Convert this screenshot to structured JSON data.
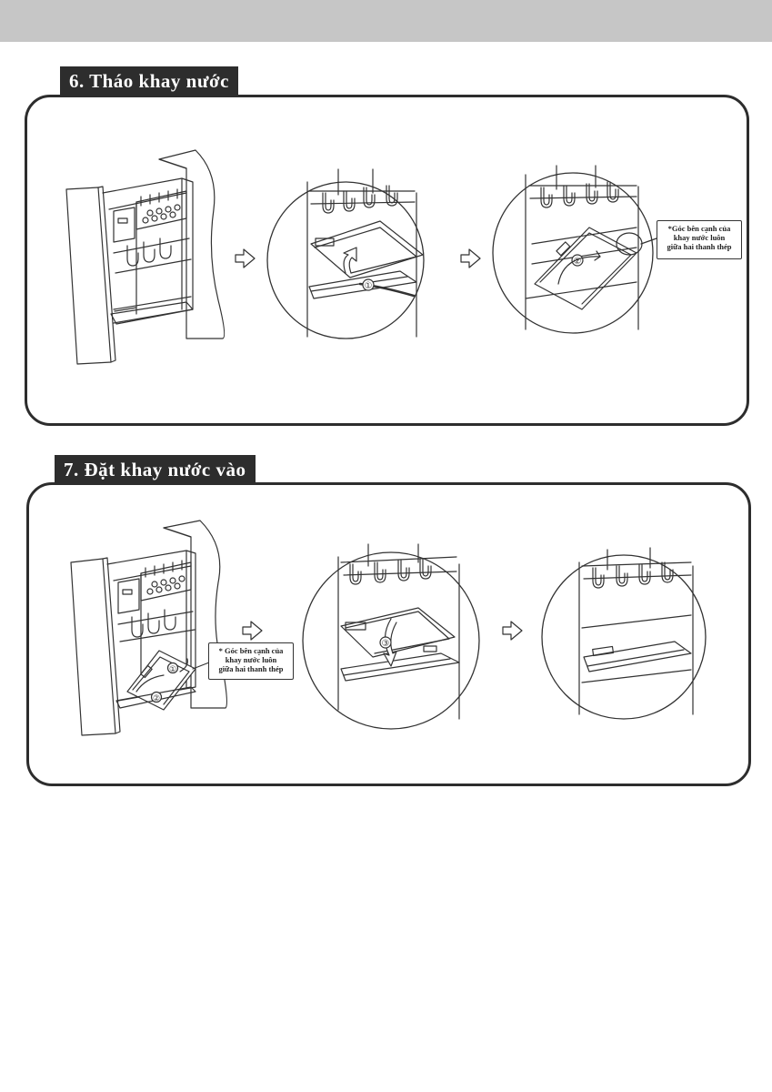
{
  "sections": [
    {
      "title": "6. Tháo khay nước",
      "note": {
        "line1": "*Góc bên cạnh của",
        "line2": "khay nước luôn",
        "line3": "giữa hai thanh thép"
      },
      "steps": [
        "①",
        "②"
      ]
    },
    {
      "title": "7. Đặt khay nước vào",
      "note": {
        "line1": "* Góc bên cạnh của",
        "line2": "khay nước luôn",
        "line3": "giữa hai thanh thép"
      },
      "steps": [
        "①",
        "②",
        "③"
      ]
    }
  ],
  "icons": {
    "arrow": "hollow-right-arrow-icon",
    "rotate": "curved-arrow-icon"
  }
}
